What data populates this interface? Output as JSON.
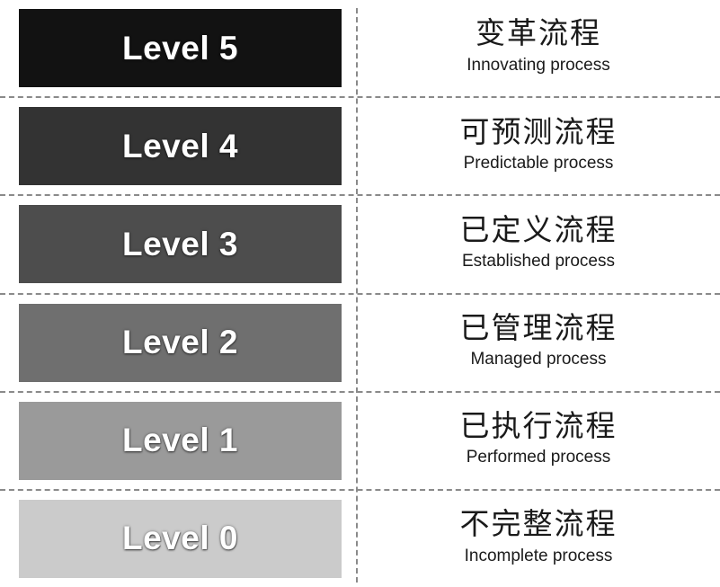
{
  "diagram": {
    "divider_color": "#8a8a8a",
    "levels": [
      {
        "label": "Level 5",
        "title_zh": "变革流程",
        "title_en": "Innovating process",
        "box_color": "#121212",
        "label_color": "#ffffff"
      },
      {
        "label": "Level 4",
        "title_zh": "可预测流程",
        "title_en": "Predictable process",
        "box_color": "#333333",
        "label_color": "#ffffff"
      },
      {
        "label": "Level 3",
        "title_zh": "已定义流程",
        "title_en": "Established process",
        "box_color": "#4d4d4d",
        "label_color": "#ffffff"
      },
      {
        "label": "Level 2",
        "title_zh": "已管理流程",
        "title_en": "Managed process",
        "box_color": "#6f6f6f",
        "label_color": "#ffffff"
      },
      {
        "label": "Level 1",
        "title_zh": "已执行流程",
        "title_en": "Performed process",
        "box_color": "#9a9a9a",
        "label_color": "#ffffff"
      },
      {
        "label": "Level 0",
        "title_zh": "不完整流程",
        "title_en": "Incomplete process",
        "box_color": "#cbcbcb",
        "label_color": "#ffffff"
      }
    ]
  }
}
